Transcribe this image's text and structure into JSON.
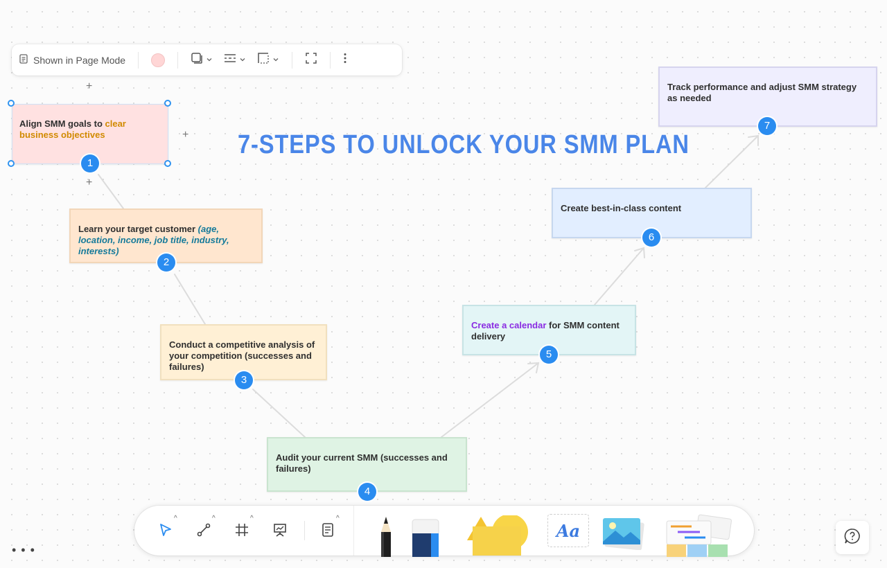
{
  "toolbar": {
    "mode_label": "Shown in Page Mode"
  },
  "title": "7-STEPS TO UNLOCK YOUR SMM PLAN",
  "steps": [
    {
      "number": "1",
      "text_a": "Align SMM goals to ",
      "text_b": "clear business objectives"
    },
    {
      "number": "2",
      "text_a": "Learn your target customer ",
      "text_b": "(age, location, income, job title, industry, interests)"
    },
    {
      "number": "3",
      "text_a": "Conduct a competitive analysis of your competition (successes and failures)"
    },
    {
      "number": "4",
      "text_a": "Audit your current SMM (successes and failures)"
    },
    {
      "number": "5",
      "text_a": "Create a calendar",
      "text_b": " for SMM content delivery"
    },
    {
      "number": "6",
      "text_a": "Create best-in-class content"
    },
    {
      "number": "7",
      "text_a": "Track performance and adjust SMM strategy as needed"
    }
  ],
  "colors": {
    "accent": "#2a8cf0",
    "title": "#4a86e8"
  },
  "bottom_tools": {
    "text_sample": "Aa"
  },
  "icons": [
    "document-icon",
    "color-dot-icon",
    "shape-style-icon",
    "line-style-icon",
    "corner-style-icon",
    "fullscreen-icon",
    "more-vertical-icon",
    "select-arrow-icon",
    "connector-icon",
    "frame-icon",
    "presentation-icon",
    "note-icon",
    "pencil-icon",
    "eraser-icon",
    "shapes-icon",
    "text-icon",
    "image-icon",
    "templates-icon",
    "help-icon"
  ]
}
